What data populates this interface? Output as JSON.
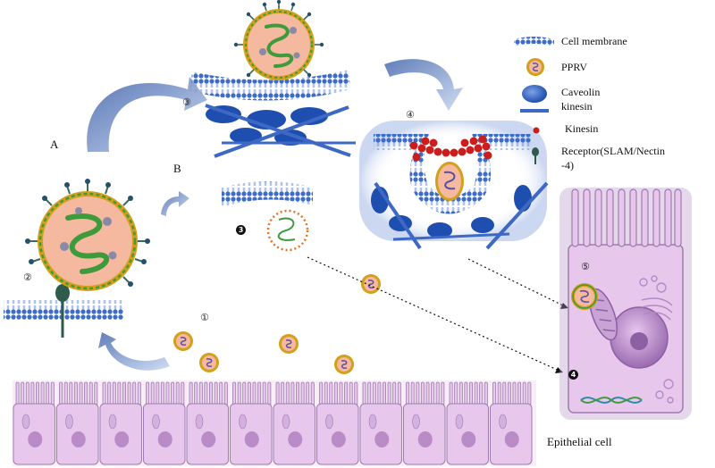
{
  "labels": {
    "A": "A",
    "B": "B",
    "epithelial_cell": "Epithelial cell"
  },
  "legend": {
    "cell_membrane": "Cell membrane",
    "pprv": "PPRV",
    "caveolin_line1": "Caveolin",
    "caveolin_line2": "kinesin",
    "kinesin": "Kinesin",
    "receptor_line1": "Receptor(SLAM/Nectin",
    "receptor_line2": "-4)"
  },
  "steps": {
    "s1": "①",
    "s2": "②",
    "s3": "③",
    "s4": "④",
    "s5": "⑤",
    "b3": "3",
    "b4": "4"
  },
  "colors": {
    "membrane": "#4a74c9",
    "arrow": "#7f9bd0",
    "virus_envelope": "#d4a21a",
    "virus_core": "#f2b8a0",
    "genome": "#3f9a3c",
    "kinesin": "#cc1d1d",
    "cell_fill": "#e7c8ec",
    "cell_border": "#a07bb0",
    "nucleus": "#b98bc7"
  }
}
